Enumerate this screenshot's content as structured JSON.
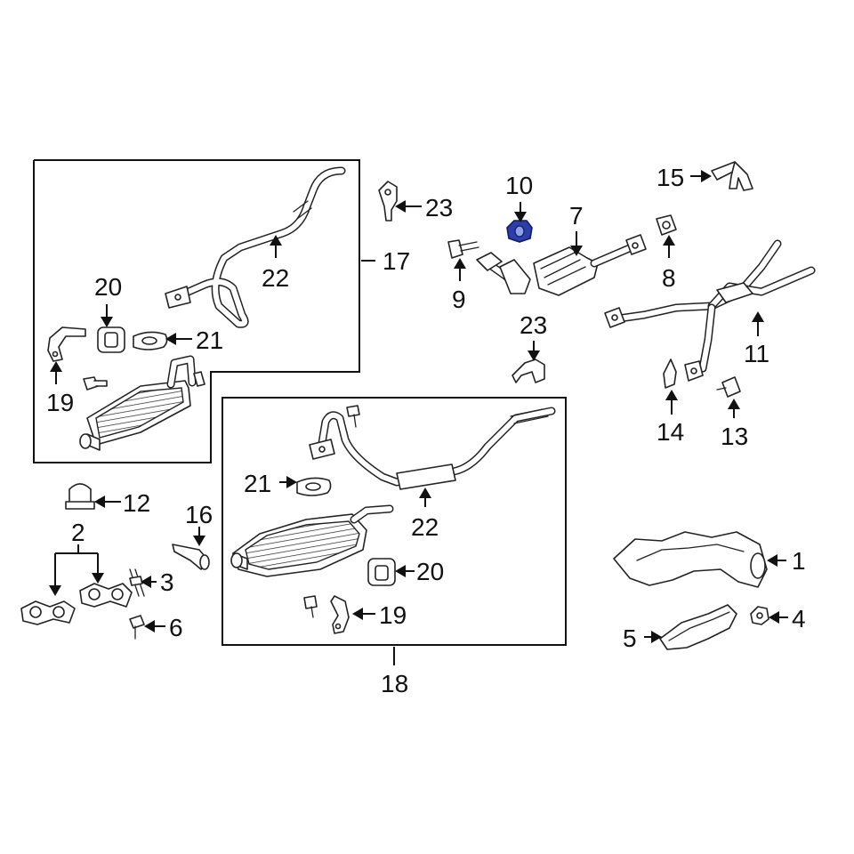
{
  "colors": {
    "ink": "#111111",
    "highlight": "#2d3ea8",
    "background": "#ffffff"
  },
  "callouts": {
    "c1": "1",
    "c2": "2",
    "c3": "3",
    "c4": "4",
    "c5": "5",
    "c6": "6",
    "c7": "7",
    "c8": "8",
    "c9": "9",
    "c10": "10",
    "c11": "11",
    "c12": "12",
    "c13": "13",
    "c14": "14",
    "c15": "15",
    "c16": "16",
    "c17": "17",
    "c18": "18",
    "c19_a": "19",
    "c19_b": "19",
    "c20_a": "20",
    "c20_b": "20",
    "c21_a": "21",
    "c21_b": "21",
    "c22_a": "22",
    "c22_b": "22",
    "c23_a": "23",
    "c23_b": "23"
  },
  "highlighted_part": "10"
}
